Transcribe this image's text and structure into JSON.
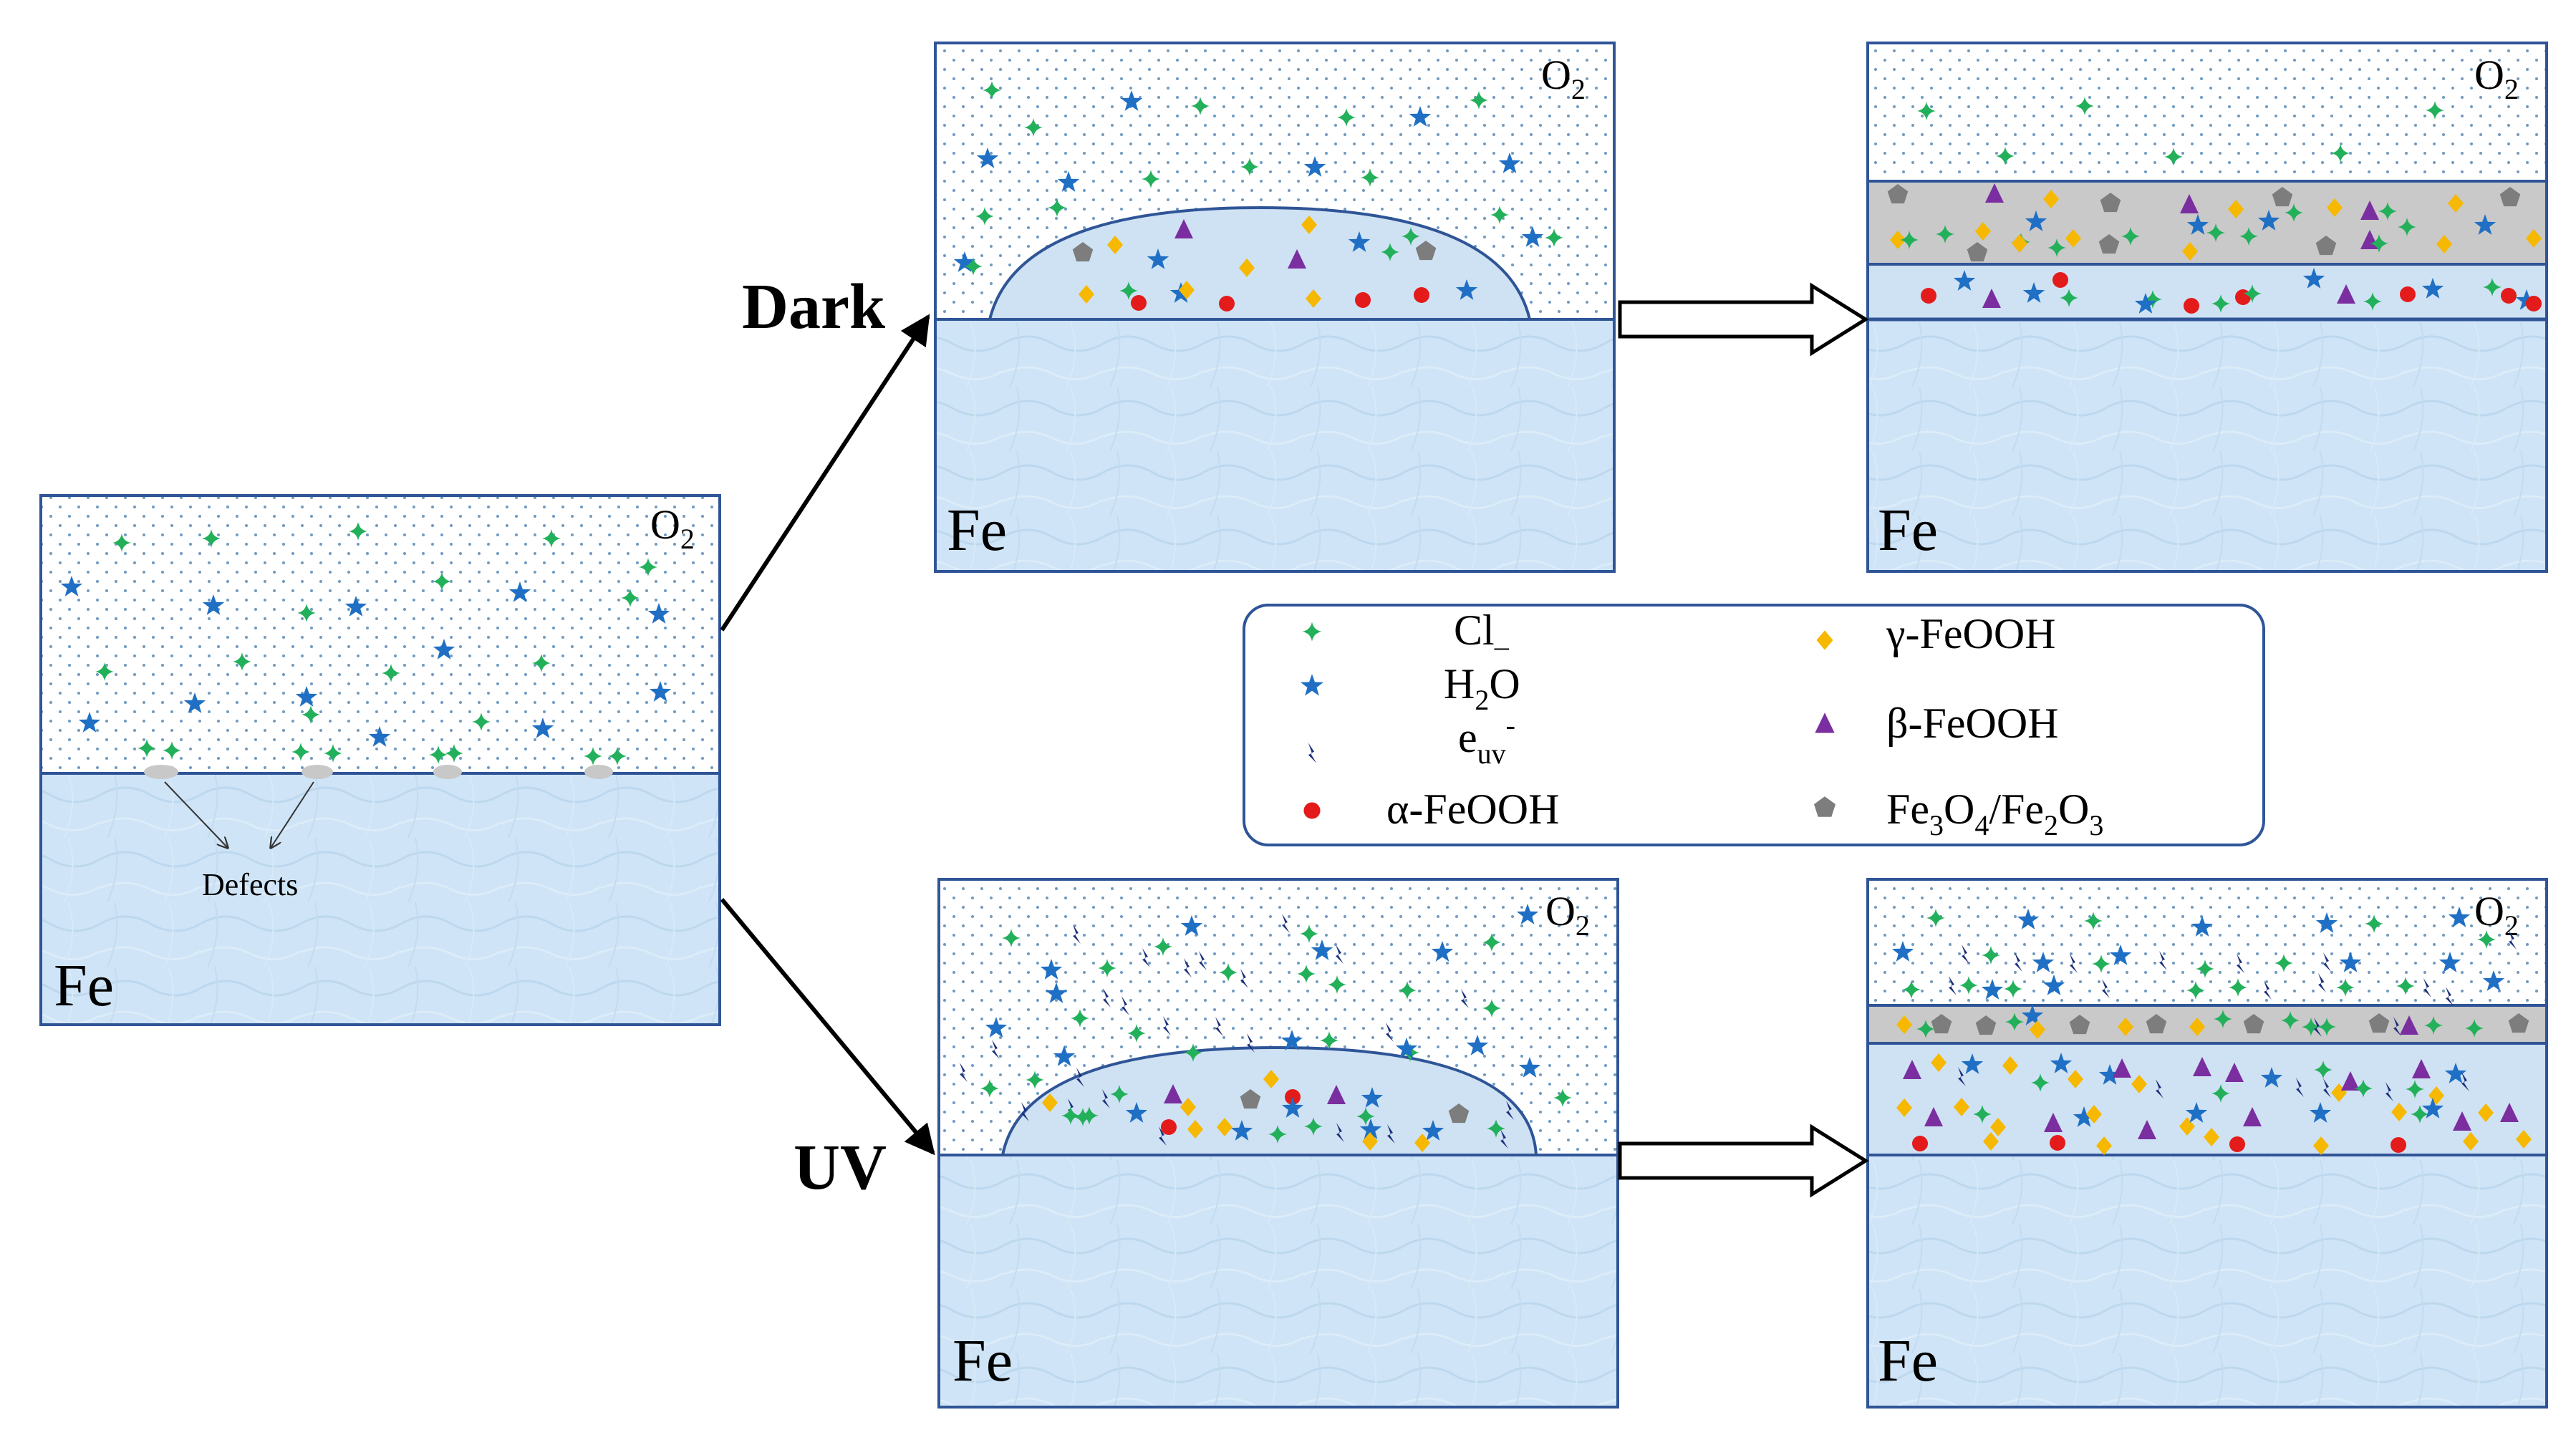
{
  "labels": {
    "dark": "Dark",
    "uv": "UV",
    "defects": "Defects",
    "o2_base": "O",
    "o2_sub": "2",
    "fe": "Fe"
  },
  "legend": {
    "items": [
      {
        "key": "cl",
        "icon": "green-cross-icon",
        "parts": [
          {
            "t": "Cl"
          },
          {
            "t": "–",
            "sub": true
          }
        ]
      },
      {
        "key": "h2o",
        "icon": "blue-star-icon",
        "parts": [
          {
            "t": "H"
          },
          {
            "t": "2",
            "sub": true
          },
          {
            "t": "O"
          }
        ]
      },
      {
        "key": "euv",
        "icon": "electron-bolt-icon",
        "parts": [
          {
            "t": "e"
          },
          {
            "t": "uv",
            "sub": true
          },
          {
            "t": "-",
            "sup": true
          }
        ]
      },
      {
        "key": "alpha",
        "icon": "red-circle-icon",
        "parts": [
          {
            "t": "α-FeOOH"
          }
        ]
      },
      {
        "key": "gamma",
        "icon": "yellow-diamond-icon",
        "parts": [
          {
            "t": "γ-FeOOH"
          }
        ]
      },
      {
        "key": "beta",
        "icon": "purple-triangle-icon",
        "parts": [
          {
            "t": "β-FeOOH"
          }
        ]
      },
      {
        "key": "fe3o4",
        "icon": "gray-pentagon-icon",
        "parts": [
          {
            "t": "Fe"
          },
          {
            "t": "3",
            "sub": true
          },
          {
            "t": "O"
          },
          {
            "t": "4",
            "sub": true
          },
          {
            "t": "/Fe"
          },
          {
            "t": "2",
            "sub": true
          },
          {
            "t": "O"
          },
          {
            "t": "3",
            "sub": true
          }
        ]
      }
    ]
  },
  "colors": {
    "cl": "#22b05a",
    "h2o": "#1f6fc4",
    "euv": "#1b2f7a",
    "alpha": "#e31b1b",
    "gamma": "#f6b800",
    "beta": "#7a2ea0",
    "fe3o4": "#7d7d7d",
    "frame": "#2f5597",
    "metal": "#cfe4f6",
    "droplet": "#cfe2f3",
    "rust_gray": "#c9c9c9",
    "defect": "#c8c8c8",
    "dot": "#6f9ac0"
  }
}
